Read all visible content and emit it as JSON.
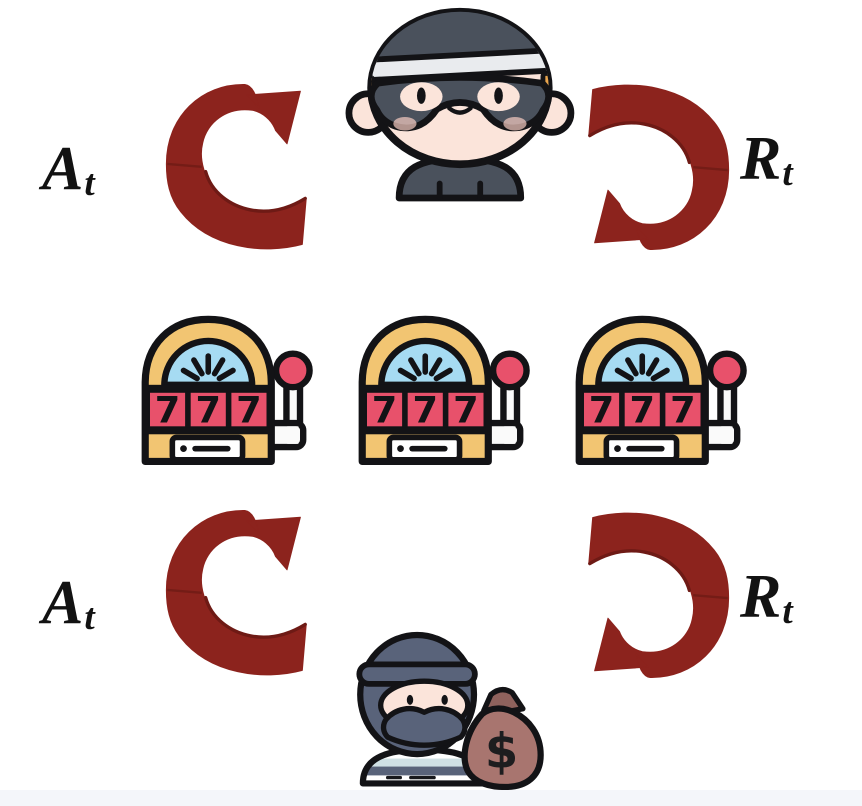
{
  "figure": {
    "title": "multi-armed bandit reinforcement learning loop",
    "labels": {
      "top_action": {
        "base": "A",
        "sub": "t"
      },
      "top_reward": {
        "base": "R",
        "sub": "t"
      },
      "bottom_action": {
        "base": "A",
        "sub": "t"
      },
      "bottom_reward": {
        "base": "R",
        "sub": "t"
      }
    },
    "slot_machines": {
      "count": 3,
      "reels": [
        "7",
        "7",
        "7"
      ]
    },
    "money_bag_symbol": "$",
    "colors": {
      "arrow": "#8c231d",
      "arrow_shade": "#6e1a15",
      "machine_yellow": "#f2c572",
      "machine_red": "#e8516b",
      "machine_blue": "#a6dbf2",
      "outline": "#131316",
      "agent_slate": "#4a515c",
      "robber_slate": "#59637a",
      "skin": "#fbe4da",
      "headband": "#e9ebee",
      "hair_orange": "#e9a54d",
      "stripe_blue": "#cfe0e4",
      "money_bag": "#a8756f",
      "money_bag_tie": "#8f625d",
      "footer": "#f4f6fa",
      "label_text": "#121212"
    }
  }
}
